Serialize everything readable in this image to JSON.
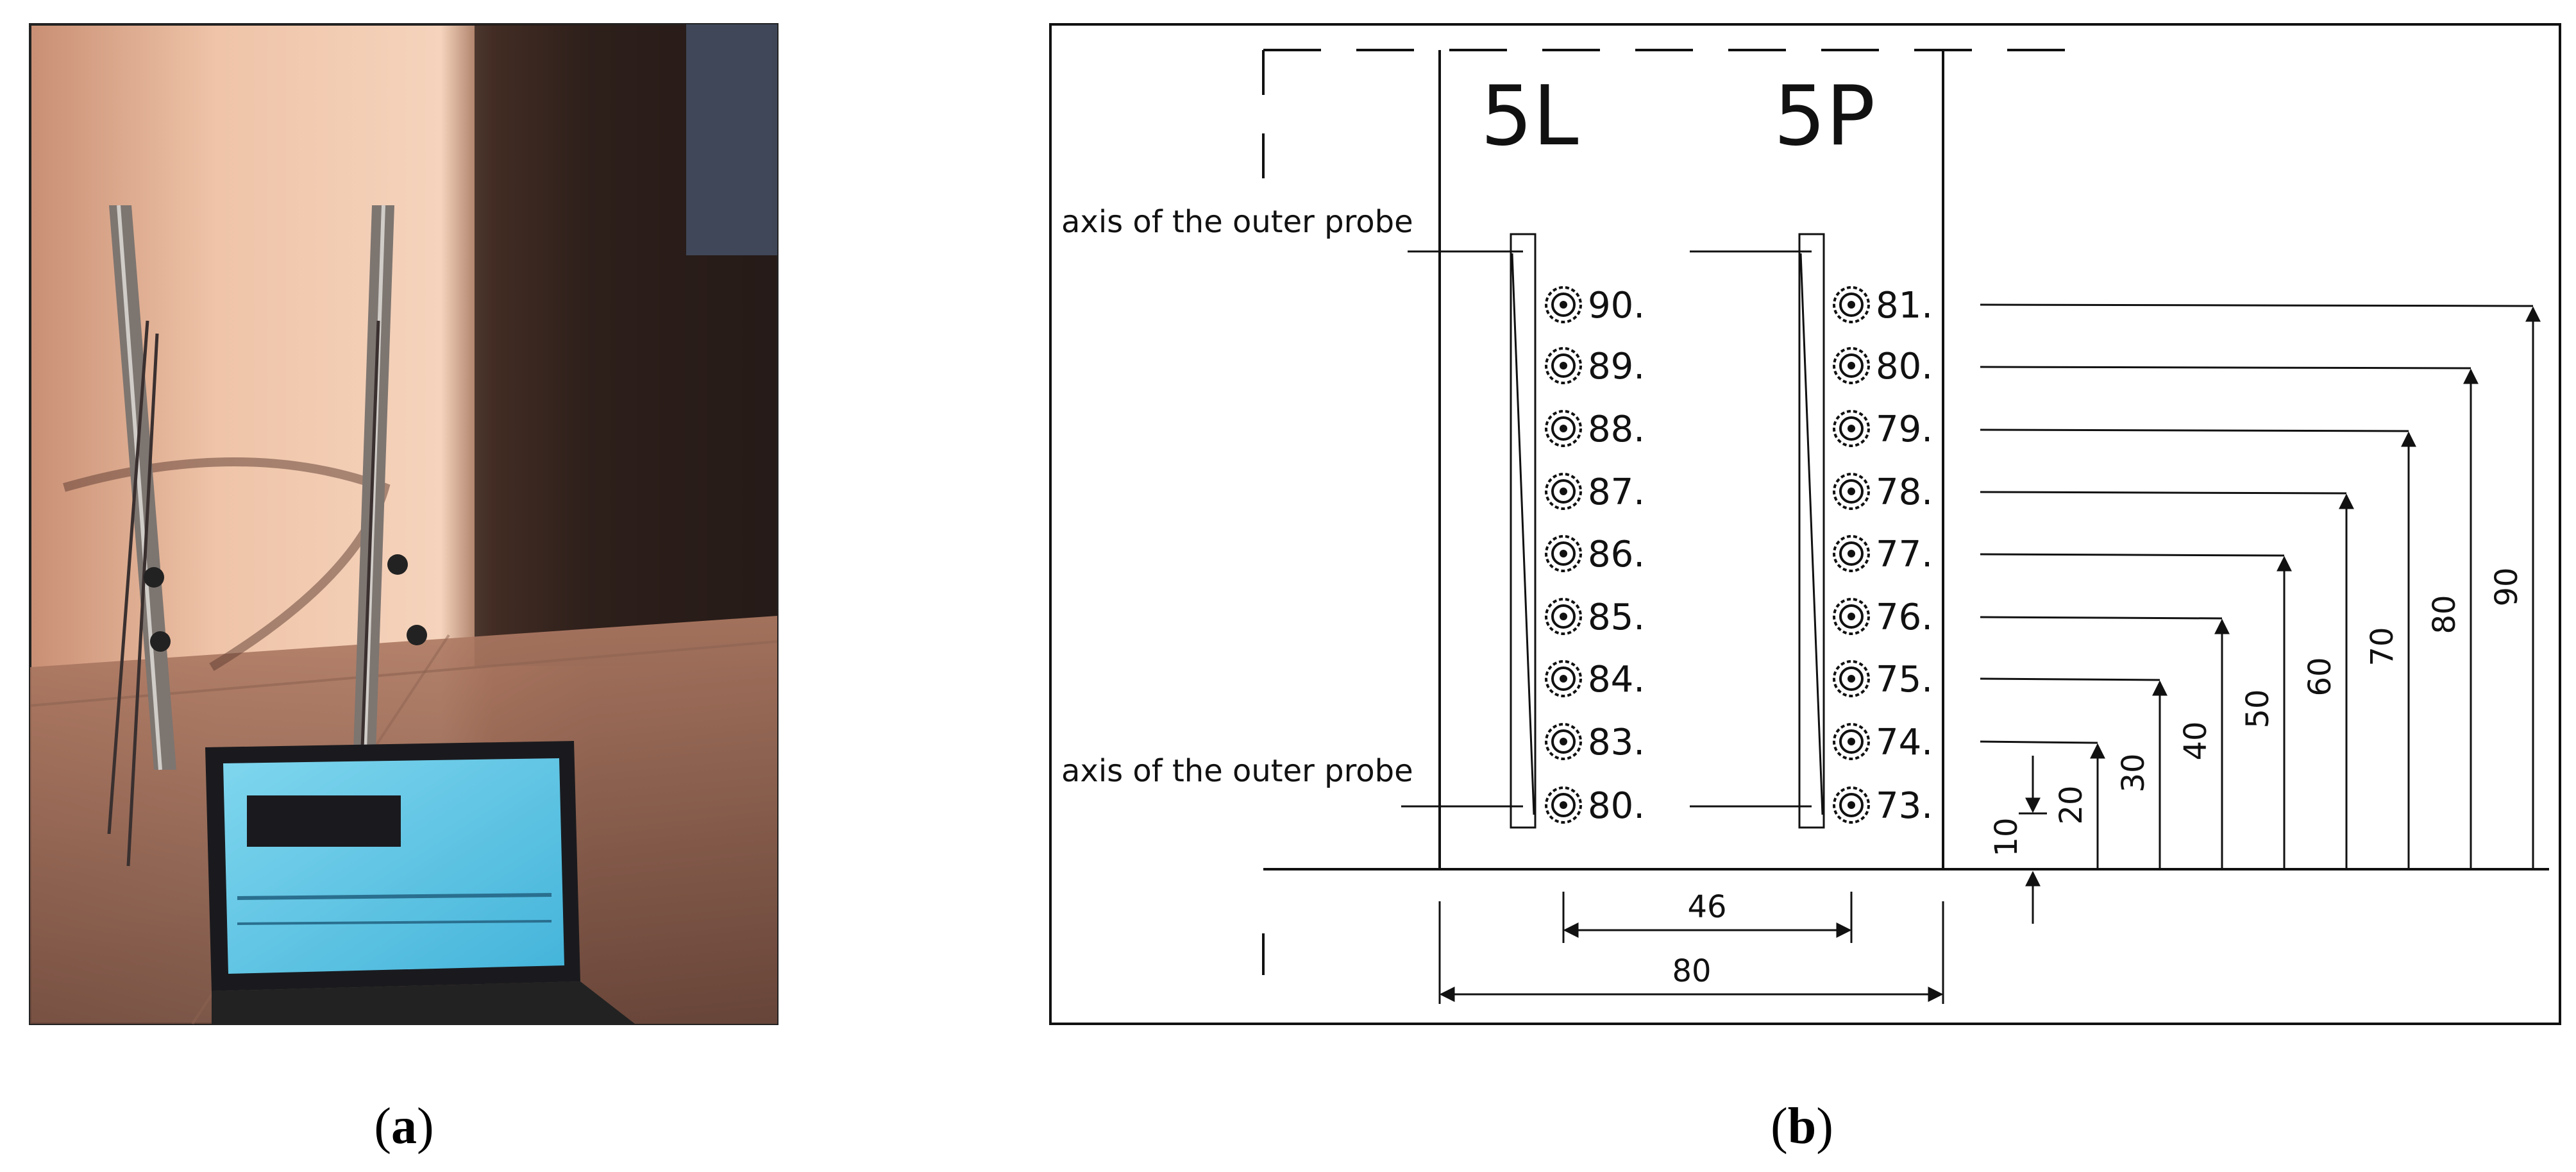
{
  "captions": {
    "a": "(a)",
    "b": "(b)"
  },
  "drawing": {
    "probe_left_label": "5L",
    "probe_right_label": "5P",
    "outer_probe_top": "axis of the outer probe",
    "outer_probe_bottom": "axis of the outer probe",
    "left_points": [
      "90.",
      "89.",
      "88.",
      "87.",
      "86.",
      "85.",
      "84.",
      "83.",
      "80."
    ],
    "right_points": [
      "81.",
      "80.",
      "79.",
      "78.",
      "77.",
      "76.",
      "75.",
      "74.",
      "73."
    ],
    "vertical_dimensions": [
      "90",
      "80",
      "70",
      "60",
      "50",
      "40",
      "30",
      "20",
      "10"
    ],
    "horizontal_dimensions": {
      "inner": "46",
      "outer": "80"
    }
  },
  "icon": "sensor-target-icon",
  "colors": {
    "line": "#111111",
    "photo_wall": "#e9b89c",
    "laptop_screen": "#5ec8e6"
  }
}
